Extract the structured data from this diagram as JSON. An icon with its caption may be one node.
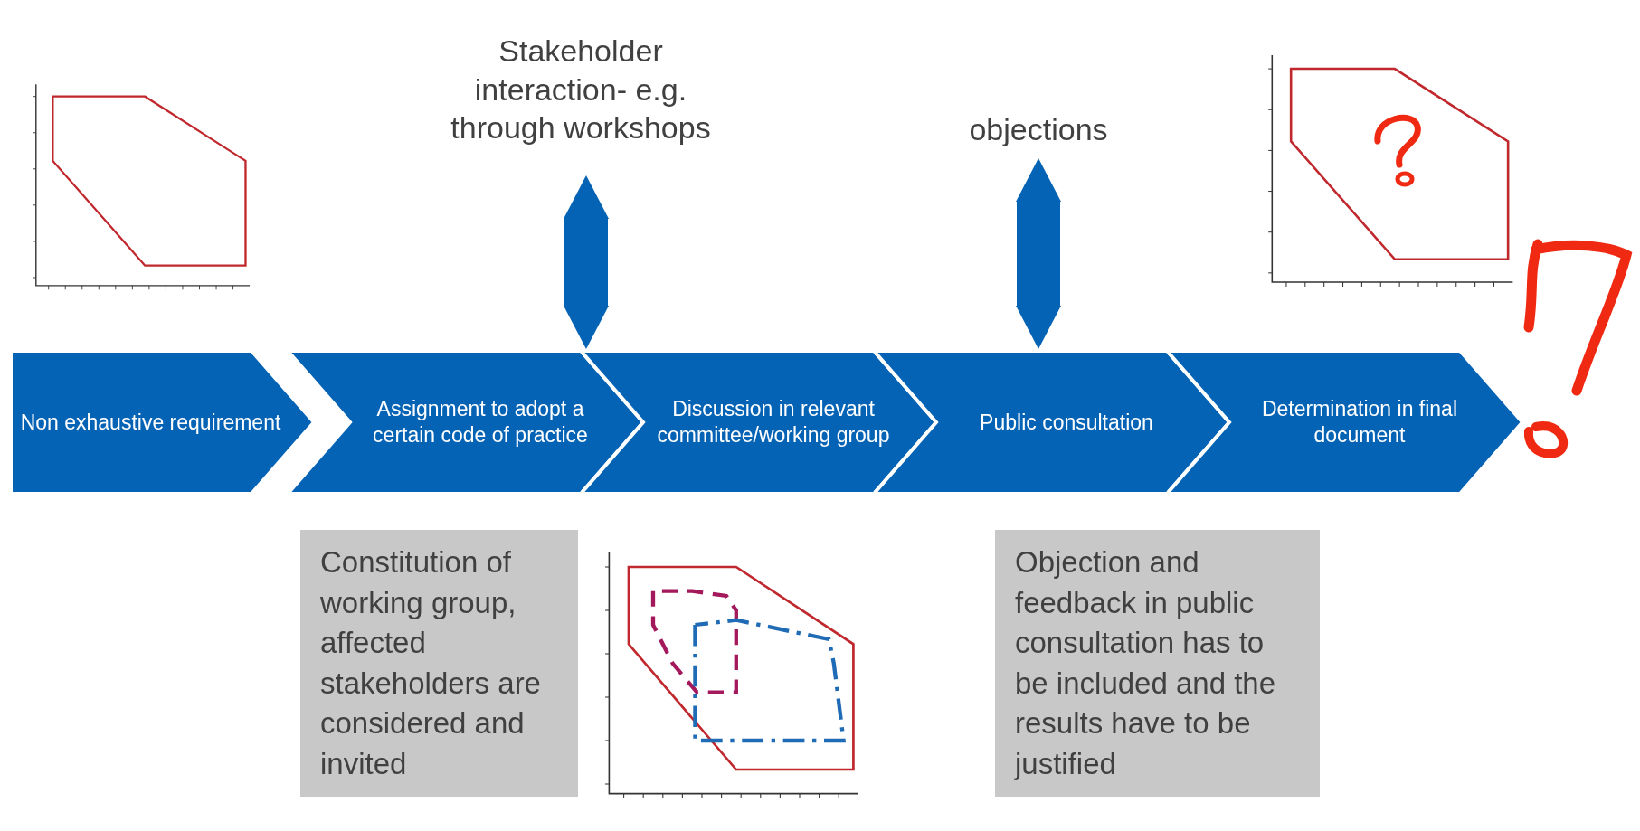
{
  "diagram": {
    "nodes": [
      {
        "text": [
          "Stakeholder interaction- e.g. through workshops"
        ]
      },
      {
        "text": [
          "objections"
        ]
      },
      {
        "text": [
          "Non exhaustive requirement"
        ]
      },
      {
        "text": [
          "Assignment to adopt a certain code of practice"
        ]
      },
      {
        "text": [
          "Discussion in relevant committee/working group"
        ]
      },
      {
        "text": [
          "Public consultation"
        ]
      },
      {
        "text": [
          "Determination in final document"
        ]
      },
      {
        "text": [
          "Constitution of working group, affected stakeholders are considered and invited"
        ]
      },
      {
        "text": [
          "Objection and feedback in public consultation has to be included and the results have to be justified"
        ]
      }
    ],
    "edges": [
      {
        "from": 0,
        "to": 4,
        "arrow": "both"
      },
      {
        "from": 1,
        "to": 5,
        "arrow": "both"
      }
    ]
  }
}
